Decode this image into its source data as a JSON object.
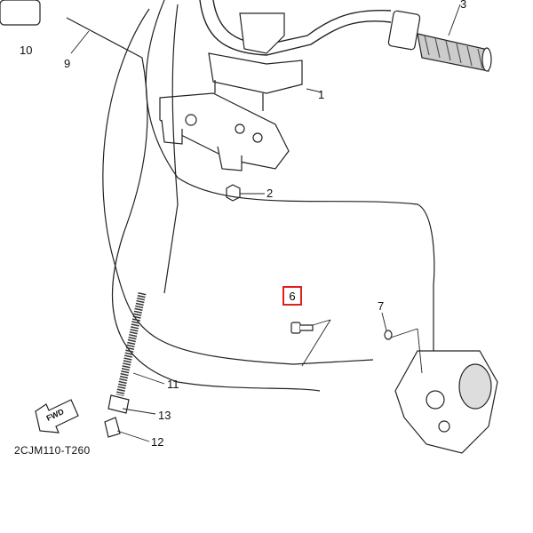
{
  "diagram_code": "2CJM110-T260",
  "fwd_label": "FWD",
  "highlight_color": "#e0201c",
  "callouts": {
    "c1": "1",
    "c2": "2",
    "c3": "3",
    "c6": "6",
    "c7": "7",
    "c9": "9",
    "c10": "10",
    "c11": "11",
    "c12": "12",
    "c13": "13"
  },
  "highlighted_part": "6"
}
